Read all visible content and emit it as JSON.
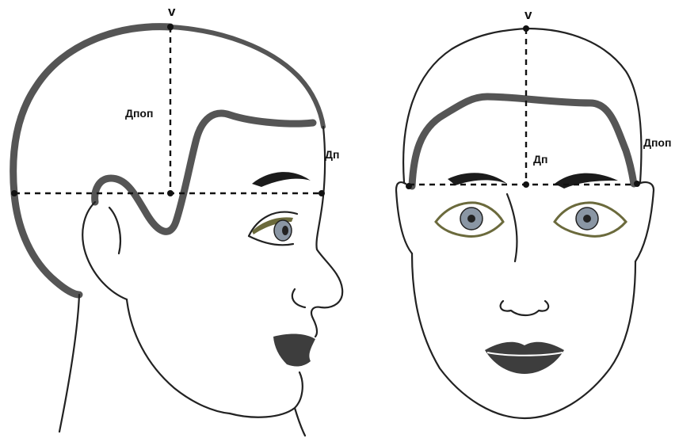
{
  "labels": {
    "vertex_left": "v",
    "vertex_right": "v",
    "dlop_left": "Дпоп",
    "dp_left": "Дп",
    "dp_right": "Дп",
    "dlop_right": "Дпоп"
  },
  "colors": {
    "hair": "#555555",
    "outline": "#222222",
    "iris": "#8a96a4",
    "eyeliner": "#6b6a3c",
    "lips": "#3d3d3d"
  }
}
